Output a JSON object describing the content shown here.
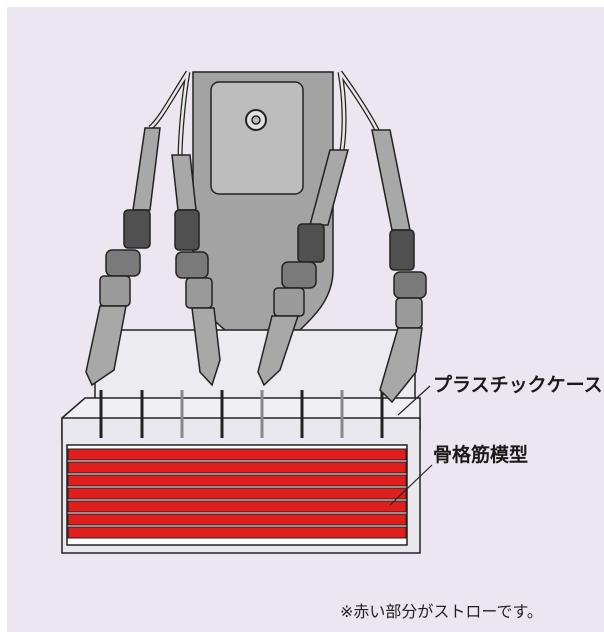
{
  "labels": {
    "plastic_case": "プラスチックケース",
    "skeletal_muscle_model": "骨格筋模型"
  },
  "note": "※赤い部分がストローです。",
  "colors": {
    "background": "#ece6f1",
    "straw_red": "#e01e1e",
    "device_gray": "#a0a0a0",
    "case_fill": "#e8e8ee"
  }
}
